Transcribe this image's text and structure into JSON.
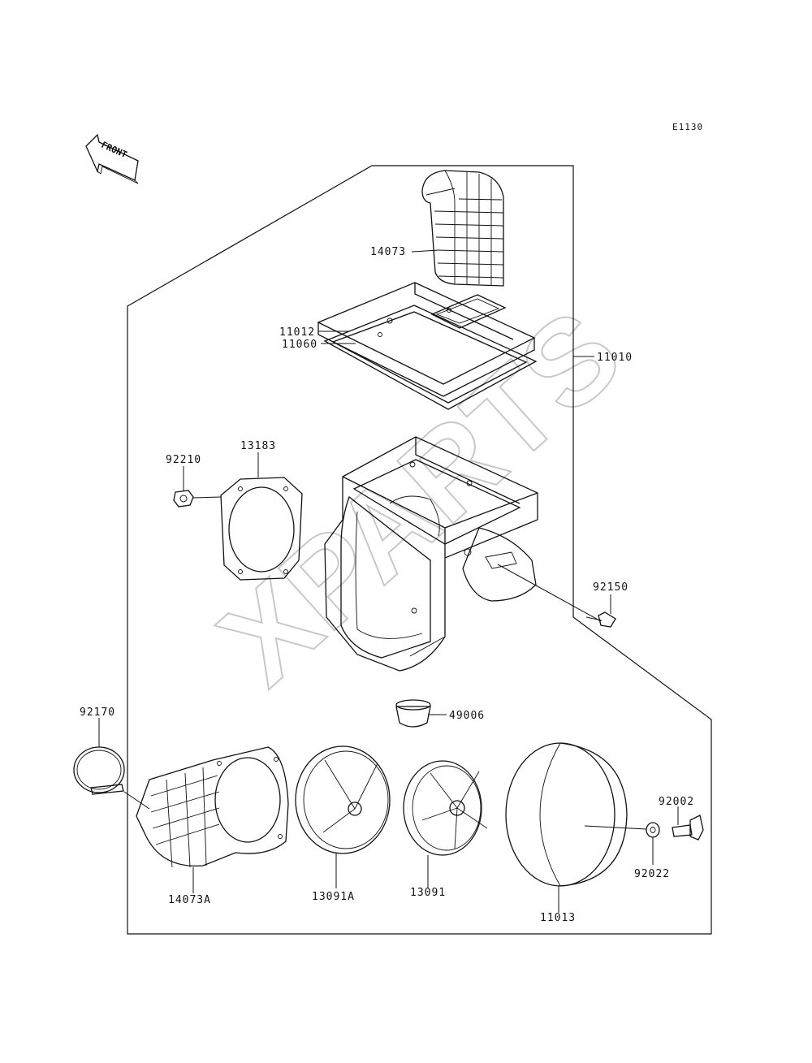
{
  "diagram": {
    "diagram_code": "E1130",
    "front_label": "FRONT",
    "watermark": "XPARTS",
    "parts": [
      {
        "id": "14073",
        "label": "14073"
      },
      {
        "id": "11012",
        "label": "11012"
      },
      {
        "id": "11060",
        "label": "11060"
      },
      {
        "id": "11010",
        "label": "11010"
      },
      {
        "id": "92210",
        "label": "92210"
      },
      {
        "id": "13183",
        "label": "13183"
      },
      {
        "id": "92150",
        "label": "92150"
      },
      {
        "id": "49006",
        "label": "49006"
      },
      {
        "id": "92170",
        "label": "92170"
      },
      {
        "id": "14073A",
        "label": "14073A"
      },
      {
        "id": "13091A",
        "label": "13091A"
      },
      {
        "id": "13091",
        "label": "13091"
      },
      {
        "id": "11013",
        "label": "11013"
      },
      {
        "id": "92002",
        "label": "92002"
      },
      {
        "id": "92022",
        "label": "92022"
      }
    ]
  }
}
